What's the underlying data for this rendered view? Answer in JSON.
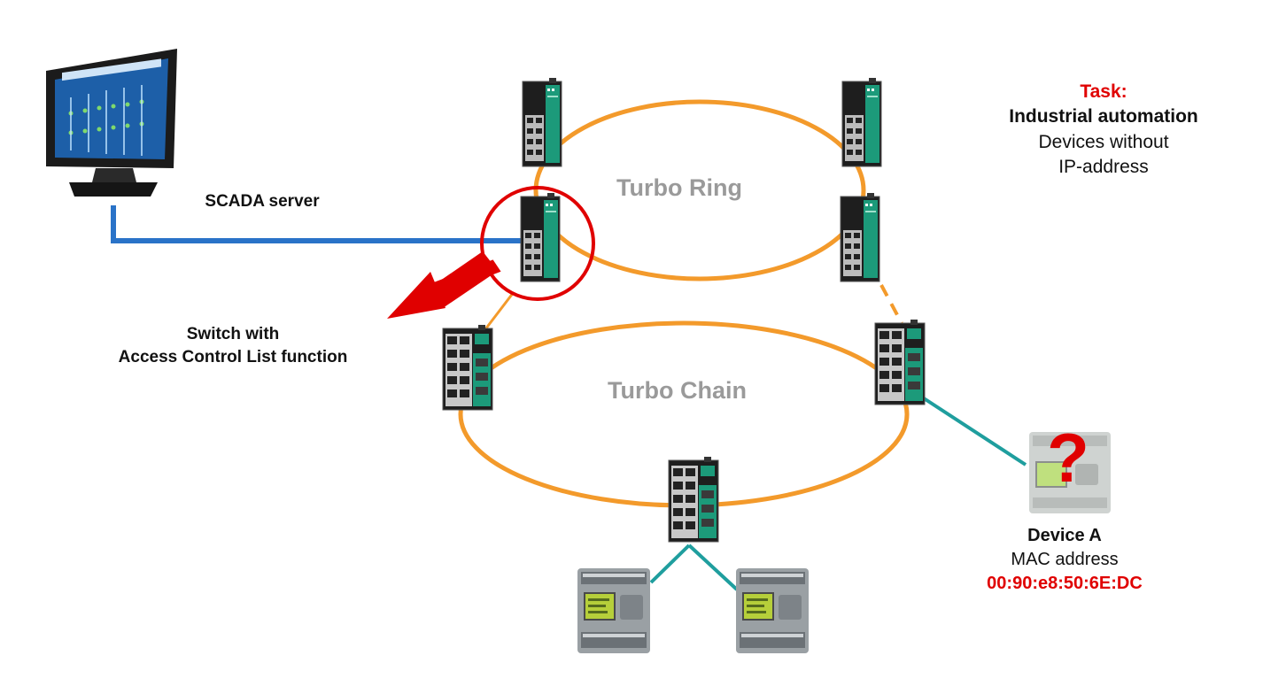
{
  "labels": {
    "scada_server": "SCADA server",
    "switch_acl_line1": "Switch with",
    "switch_acl_line2": "Access Control List function",
    "turbo_ring": "Turbo Ring",
    "turbo_chain": "Turbo Chain",
    "task_title": "Task:",
    "task_line1": "Industrial automation",
    "task_line2": "Devices without",
    "task_line3": "IP-address",
    "device_name": "Device A",
    "device_mac_label": "MAC address",
    "device_mac_value": "00:90:e8:50:6E:DC",
    "unknown_mark": "?"
  },
  "colors": {
    "ring_link": "#f39a2b",
    "server_link": "#2a73c8",
    "device_link": "#1f9e9e",
    "highlight": "#e00000",
    "switch_green": "#1c9a7a"
  },
  "icons": {
    "monitor": "scada-monitor-icon",
    "switch": "industrial-switch-icon",
    "plc": "plc-controller-icon",
    "unknown_device": "unknown-device-icon",
    "arrow": "pointer-arrow-icon"
  }
}
